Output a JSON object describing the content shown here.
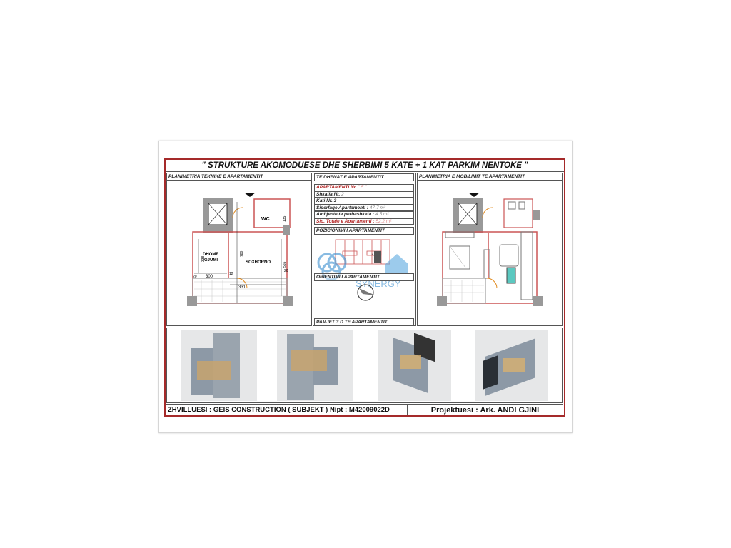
{
  "title": "\" STRUKTURE  AKOMODUESE  DHE  SHERBIMI  5  KATE  +  1 KAT  PARKIM  NENTOKE \"",
  "panels": {
    "technical": {
      "header": "PLANIMETRIA  TEKNIKE  E  APARTAMENTIT",
      "rooms": {
        "wc": "WC",
        "bedroom_1": "DHOME",
        "bedroom_2": "GJUMI",
        "living": "SOXHORNO"
      },
      "dims": [
        "300",
        "331",
        "338",
        "780",
        "555",
        "20",
        "20",
        "12",
        "135"
      ]
    },
    "data": {
      "header": "TE DHENAT  E  APARTAMENTIT",
      "apartment_label": "APARTAMENTI  Nr.",
      "apartment_value": "\" 5 \"",
      "stair_label": "Shkalla   Nr.",
      "stair_value": "2",
      "floor_label": "Kati   Nr.",
      "floor_value": "3",
      "area_label": "Siperfaqe  Apartamenti :",
      "area_value": "47.7 m²",
      "common_label": "Ambjente  te  perbashketa :",
      "common_value": "4.5 m²",
      "total_label": "Sip. Totale e Apartamenti :",
      "total_value": "52.2 m²",
      "position_header": "POZICIONIMI  I  APARTAMENTIT",
      "position_units": [
        "1",
        "2"
      ],
      "orientation_header": "ORIENTIMI  I  APARTAMENTIT",
      "views_header": "PAMJET  3 D  TE  APARTAMENTIT",
      "watermark": "SYNERGY"
    },
    "furniture": {
      "header": "PLANIMETRIA  E  MOBILIMIT  TE  APARTAMENTIT"
    }
  },
  "footer": {
    "developer": "ZHVILLUESI : GEIS  CONSTRUCTION ( SUBJEKT )   Nipt : M42009022D",
    "designer": "Projektuesi : Ark. ANDI  GJINI"
  },
  "colors": {
    "frame": "#a52a2a",
    "highlight": "#b22222",
    "watermark": "#3a8fd0"
  }
}
